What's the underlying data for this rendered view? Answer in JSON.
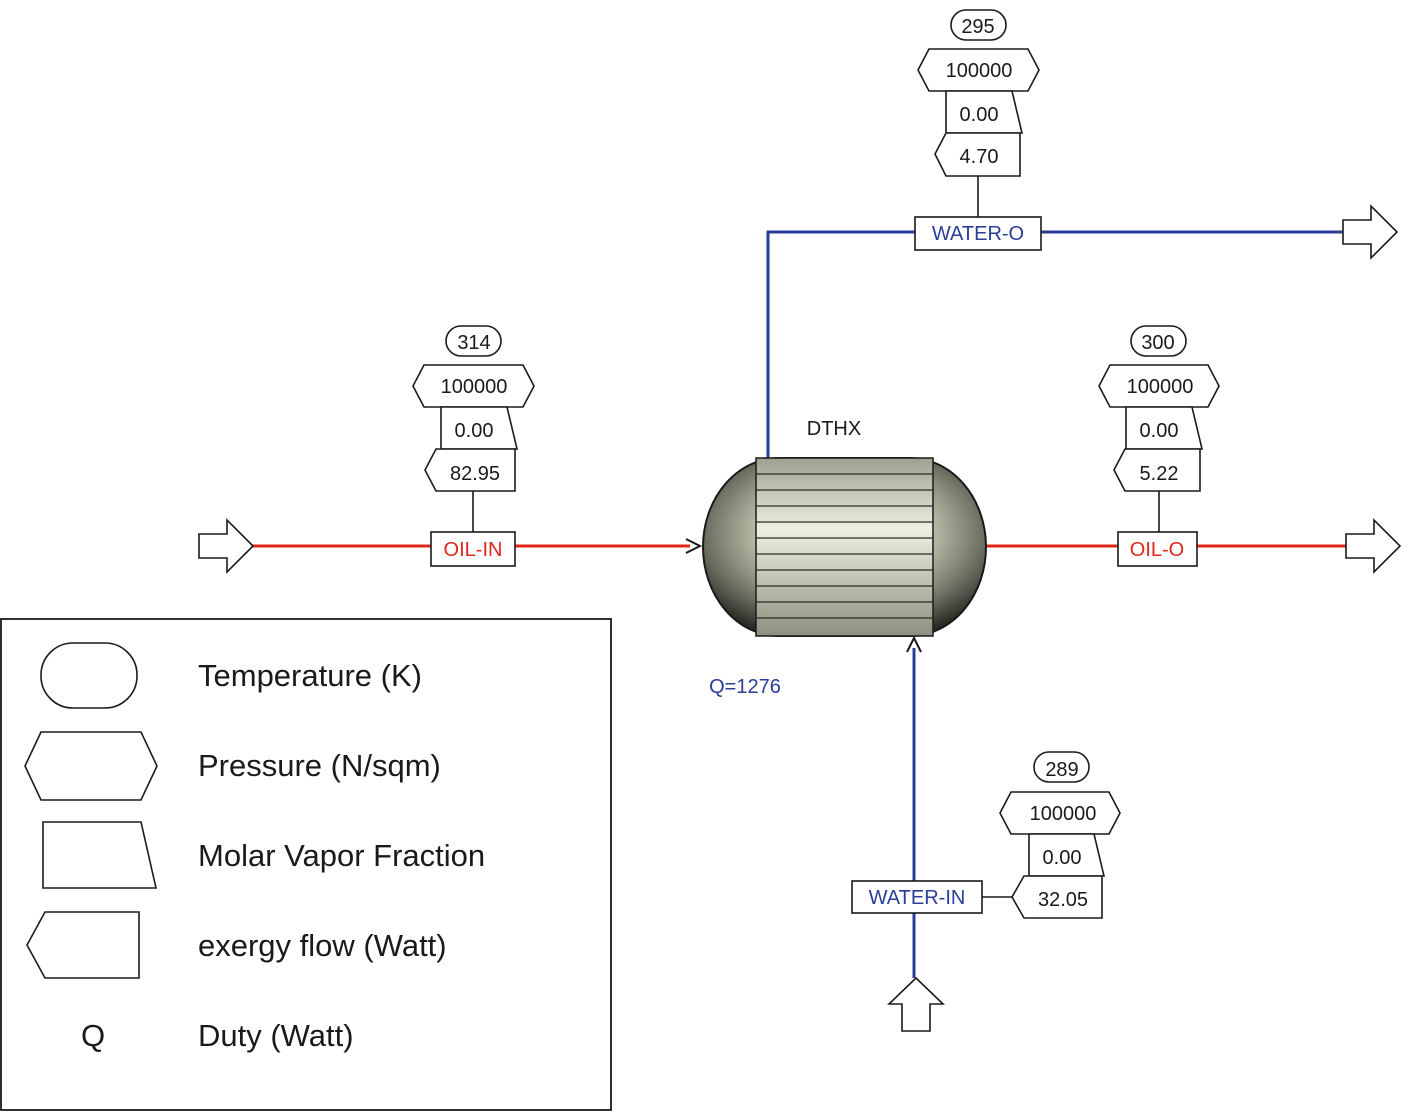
{
  "colors": {
    "oil_stream": "#e0261b",
    "water_stream": "#2b3d9a",
    "outline": "#1a1a1a"
  },
  "unit": {
    "name": "DTHX",
    "duty_label": "Q=1276"
  },
  "streams": {
    "oil_in": {
      "name": "OIL-IN",
      "temperature": "314",
      "pressure": "100000",
      "vapor_fraction": "0.00",
      "exergy": "82.95"
    },
    "oil_out": {
      "name": "OIL-O",
      "temperature": "300",
      "pressure": "100000",
      "vapor_fraction": "0.00",
      "exergy": "5.22"
    },
    "water_in": {
      "name": "WATER-IN",
      "temperature": "289",
      "pressure": "100000",
      "vapor_fraction": "0.00",
      "exergy": "32.05"
    },
    "water_out": {
      "name": "WATER-O",
      "temperature": "295",
      "pressure": "100000",
      "vapor_fraction": "0.00",
      "exergy": "4.70"
    }
  },
  "legend": {
    "items": [
      {
        "icon": "temperature-shape-icon",
        "label": "Temperature (K)"
      },
      {
        "icon": "pressure-shape-icon",
        "label": "Pressure (N/sqm)"
      },
      {
        "icon": "vapor-fraction-shape-icon",
        "label": "Molar Vapor Fraction"
      },
      {
        "icon": "exergy-shape-icon",
        "label": "exergy flow (Watt)"
      },
      {
        "icon": "duty-q-icon",
        "symbol": "Q",
        "label": "Duty (Watt)"
      }
    ]
  }
}
